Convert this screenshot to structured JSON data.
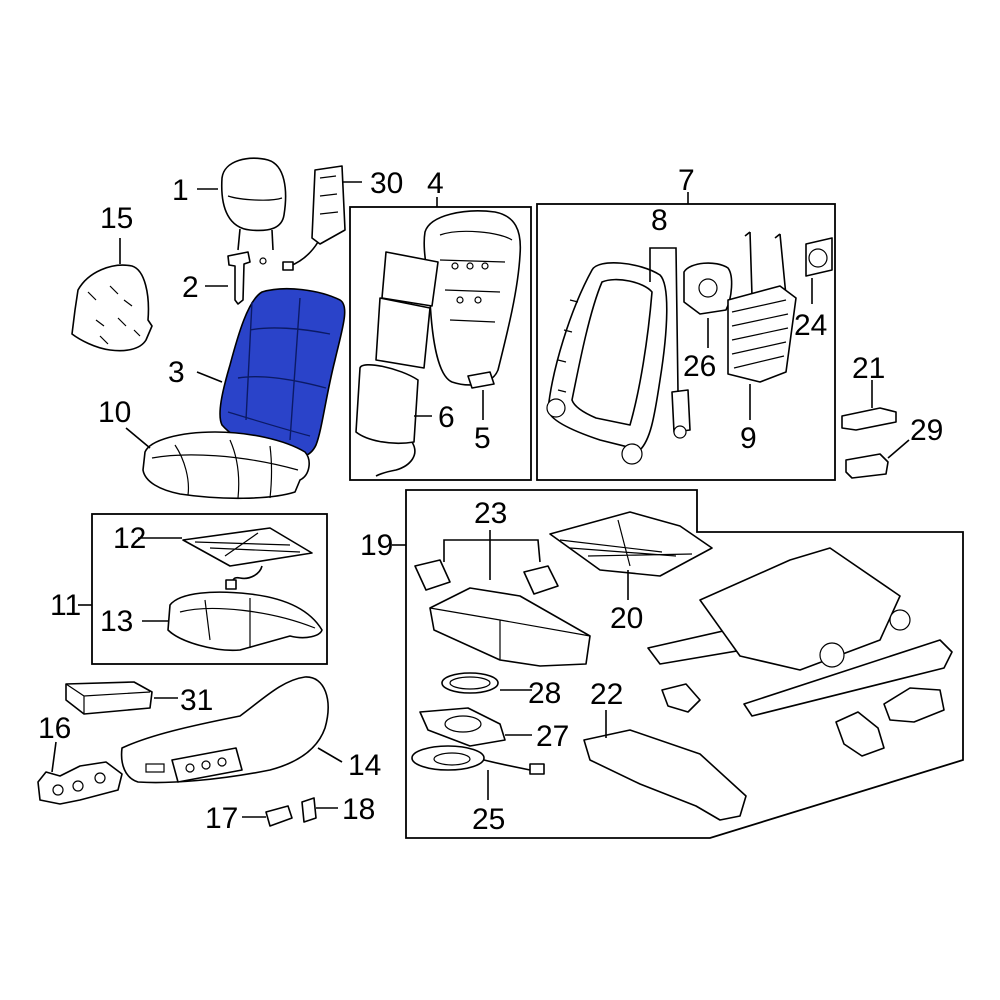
{
  "highlight_color": "#2a43c9",
  "callouts": {
    "c1": "1",
    "c2": "2",
    "c3": "3",
    "c4": "4",
    "c5": "5",
    "c6": "6",
    "c7": "7",
    "c8": "8",
    "c9": "9",
    "c10": "10",
    "c11": "11",
    "c12": "12",
    "c13": "13",
    "c14": "14",
    "c15": "15",
    "c16": "16",
    "c17": "17",
    "c18": "18",
    "c19": "19",
    "c20": "20",
    "c21": "21",
    "c22": "22",
    "c23": "23",
    "c24": "24",
    "c25": "25",
    "c26": "26",
    "c27": "27",
    "c28": "28",
    "c29": "29",
    "c30": "30",
    "c31": "31"
  },
  "parts": [
    {
      "callout": "1",
      "name": "headrest"
    },
    {
      "callout": "2",
      "name": "headrest-guide"
    },
    {
      "callout": "3",
      "name": "seat-back-cover",
      "highlighted": true
    },
    {
      "callout": "4",
      "name": "seat-back-pad-assembly"
    },
    {
      "callout": "5",
      "name": "clip"
    },
    {
      "callout": "6",
      "name": "heater"
    },
    {
      "callout": "7",
      "name": "seat-back-frame-assembly"
    },
    {
      "callout": "8",
      "name": "recliner"
    },
    {
      "callout": "9",
      "name": "lumbar-support"
    },
    {
      "callout": "10",
      "name": "cushion-cover"
    },
    {
      "callout": "11",
      "name": "cushion-pad-assembly"
    },
    {
      "callout": "12",
      "name": "cushion-heater"
    },
    {
      "callout": "13",
      "name": "cushion-pad"
    },
    {
      "callout": "14",
      "name": "side-shield"
    },
    {
      "callout": "15",
      "name": "back-panel"
    },
    {
      "callout": "16",
      "name": "power-switch"
    },
    {
      "callout": "17",
      "name": "knob"
    },
    {
      "callout": "18",
      "name": "knob"
    },
    {
      "callout": "19",
      "name": "seat-track-assembly"
    },
    {
      "callout": "20",
      "name": "cushion-frame"
    },
    {
      "callout": "21",
      "name": "lever"
    },
    {
      "callout": "22",
      "name": "bracket"
    },
    {
      "callout": "23",
      "name": "blower-housing"
    },
    {
      "callout": "24",
      "name": "motor"
    },
    {
      "callout": "25",
      "name": "harness"
    },
    {
      "callout": "26",
      "name": "motor"
    },
    {
      "callout": "27",
      "name": "fan"
    },
    {
      "callout": "28",
      "name": "seal"
    },
    {
      "callout": "29",
      "name": "lever"
    },
    {
      "callout": "30",
      "name": "airbag"
    },
    {
      "callout": "31",
      "name": "module"
    }
  ]
}
